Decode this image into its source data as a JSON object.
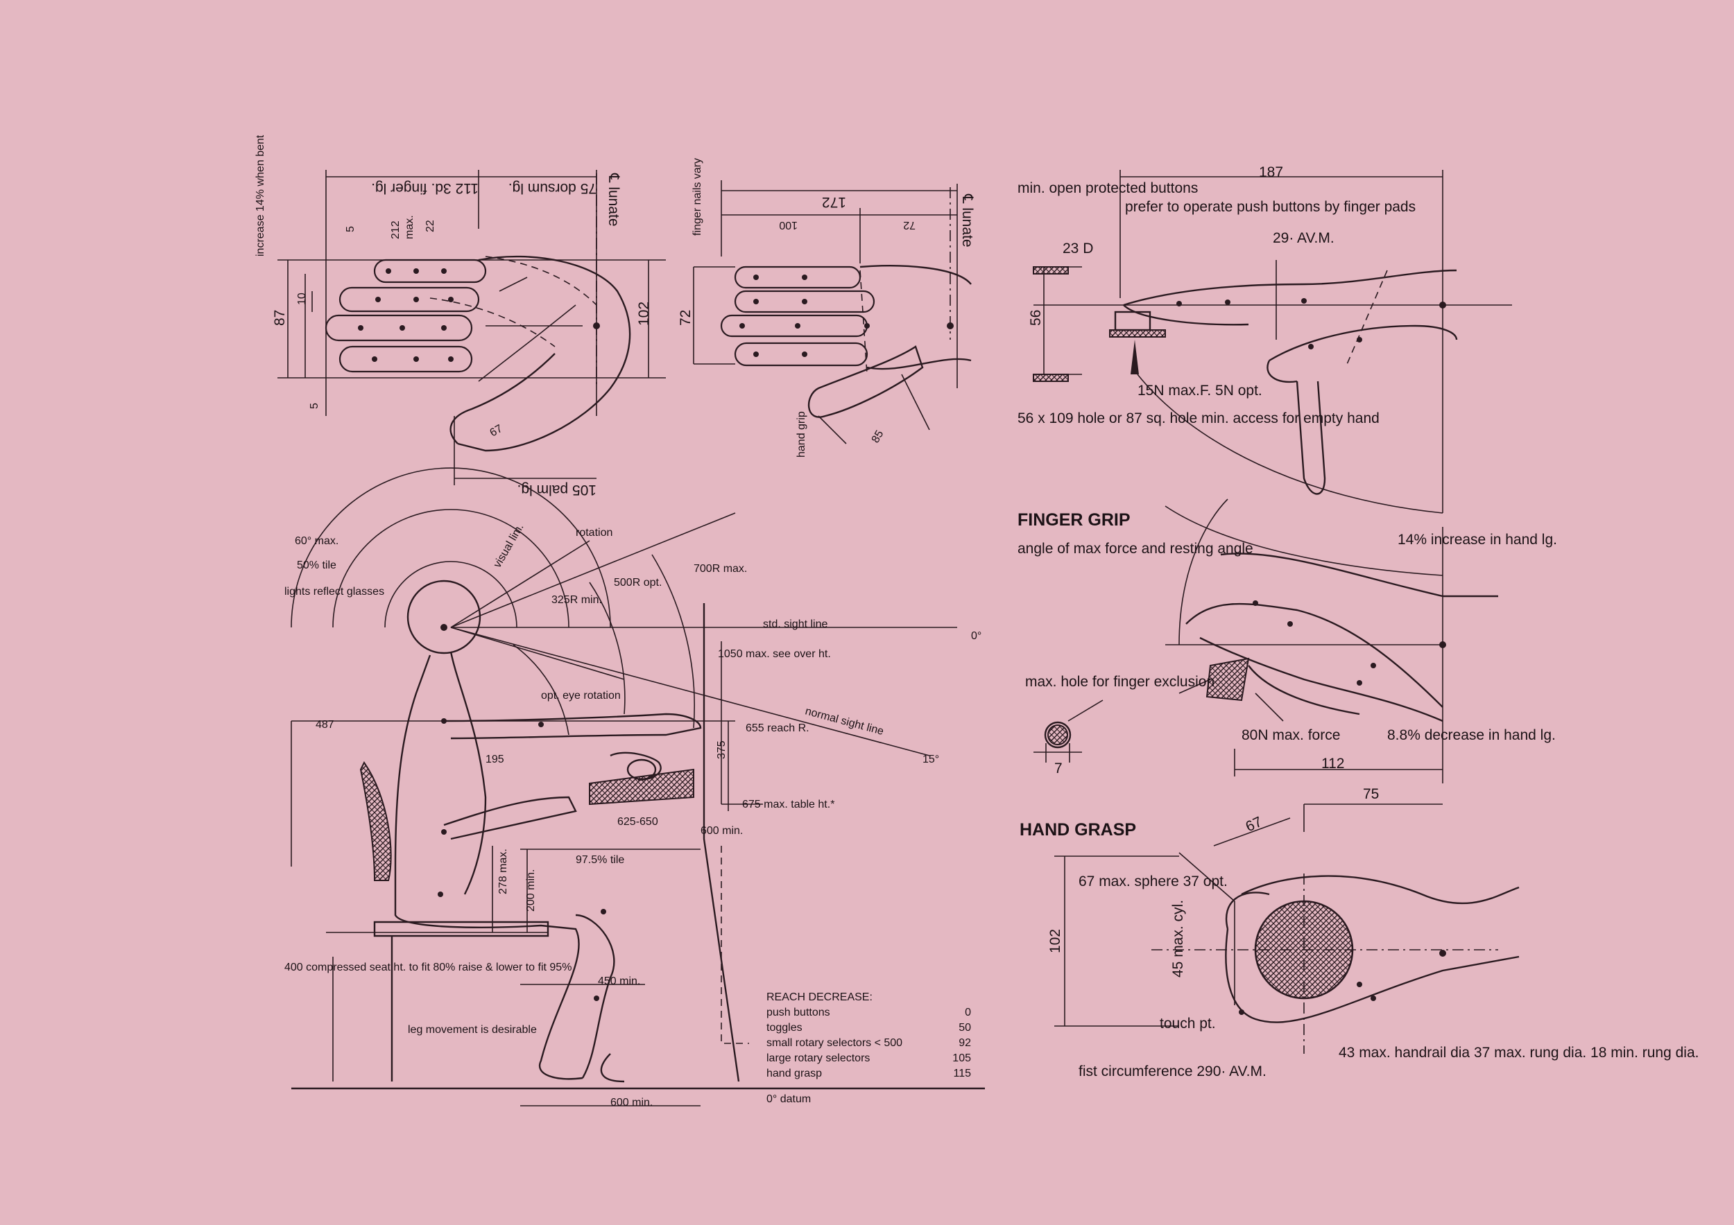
{
  "colors": {
    "background": "#e4b8c2",
    "ink": "#2a1a20"
  },
  "hand_top_left": {
    "increase": "increase 14% when bent",
    "finger_lg": "112 3d. finger lg.",
    "dorsum_lg": "75 dorsum lg.",
    "lunate": "℄ lunate",
    "d212": "212",
    "max": "max.",
    "d22": "22",
    "d5a": "5",
    "d5b": "5",
    "d87": "87",
    "d10": "10",
    "d102": "102",
    "d67": "67",
    "palm_lg": "105 palm lg."
  },
  "hand_top_mid": {
    "nails": "finger nails vary",
    "d172": "172",
    "d100": "100",
    "d72a": "72",
    "d72b": "72",
    "lunate": "℄ lunate",
    "hand_grip": "hand grip",
    "d85": "85"
  },
  "buttons": {
    "open": "min. open protected buttons",
    "prefer": "prefer to operate push buttons by finger pads",
    "d187": "187",
    "d29": "29· AV.M.",
    "d23": "23 D",
    "d56": "56",
    "force": "15N max.F. 5N opt.",
    "hole": "56 x 109 hole or 87 sq. hole min. access for empty hand"
  },
  "finger_grip": {
    "title": "FINGER GRIP",
    "angle": "angle of max force and resting angle",
    "increase": "14% increase in hand lg.",
    "exclusion": "max. hole for finger exclusion",
    "d7": "7",
    "force": "80N max. force",
    "decrease": "8.8% decrease in hand lg.",
    "d112": "112"
  },
  "hand_grasp": {
    "title": "HAND GRASP",
    "d75": "75",
    "d67": "67",
    "d102": "102",
    "sphere": "67 max. sphere 37 opt.",
    "cyl": "45 max. cyl.",
    "touch": "touch pt.",
    "handrail": "43 max. handrail dia 37 max. rung dia. 18 min. rung dia.",
    "fist": "fist circumference 290· AV.M."
  },
  "seated": {
    "max60": "60° max.",
    "tile50": "50% tile",
    "reflect": "lights reflect glasses",
    "visual": "visual lim.",
    "rotation": "rotation",
    "r325": "325R min.",
    "r500": "500R opt.",
    "r700": "700R max.",
    "std": "std. sight line",
    "deg0": "0°",
    "see_over": "1050 max. see over ht.",
    "eye_rot": "opt. eye rotation",
    "normal": "normal sight line",
    "deg15": "15°",
    "d487": "487",
    "reach": "655 reach R.",
    "d375": "375",
    "d195": "195",
    "table": "675 max. table ht.*",
    "d625": "625-650",
    "min600": "600 min.",
    "tile975": "97.5% tile",
    "max278": "278 max.",
    "min200": "200 min.",
    "min450": "450 min.",
    "seat": "400 compressed seat ht. to fit 80% raise & lower to fit 95%",
    "leg": "leg movement is desirable",
    "floor600": "600 min.",
    "datum": "0° datum"
  },
  "reach_decrease": {
    "title": "REACH DECREASE:",
    "rows": [
      {
        "label": "push buttons",
        "value": "0"
      },
      {
        "label": "toggles",
        "value": "50"
      },
      {
        "label": "small rotary selectors < 500",
        "value": "92"
      },
      {
        "label": "large rotary selectors",
        "value": "105"
      },
      {
        "label": "hand grasp",
        "value": "115"
      }
    ]
  }
}
